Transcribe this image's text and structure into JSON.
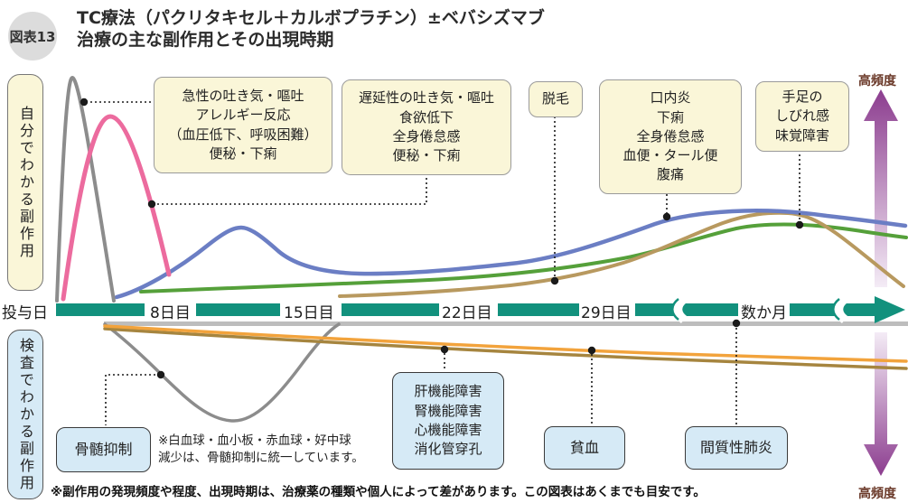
{
  "figure": {
    "badge": "図表13",
    "title_line1": "TC療法（パクリタキセル＋カルボプラチン）±ベバシズマブ",
    "title_line2": "治療の主な副作用とその出現時期"
  },
  "sidebar": {
    "self_label": "自分でわかる副作用",
    "test_label": "検査でわかる副作用"
  },
  "timeline": {
    "start_label": "投与日",
    "ticks": [
      "8日目",
      "15日目",
      "22日目",
      "29日目",
      "数か月"
    ]
  },
  "frequency_axis": {
    "top_label": "高頻度",
    "bottom_label": "高頻度"
  },
  "self_boxes": [
    {
      "lines": [
        "急性の吐き気・嘔吐",
        "アレルギー反応",
        "（血圧低下、呼吸困難）",
        "便秘・下痢"
      ]
    },
    {
      "lines": [
        "遅延性の吐き気・嘔吐",
        "食欲低下",
        "全身倦怠感",
        "便秘・下痢"
      ]
    },
    {
      "lines": [
        "脱毛"
      ]
    },
    {
      "lines": [
        "口内炎",
        "下痢",
        "全身倦怠感",
        "血便・タール便",
        "腹痛"
      ]
    },
    {
      "lines": [
        "手足の",
        "しびれ感",
        "味覚障害"
      ]
    }
  ],
  "test_boxes": [
    {
      "lines": [
        "骨髄抑制"
      ]
    },
    {
      "lines": [
        "肝機能障害",
        "腎機能障害",
        "心機能障害",
        "消化管穿孔"
      ]
    },
    {
      "lines": [
        "貧血"
      ]
    },
    {
      "lines": [
        "間質性肺炎"
      ]
    }
  ],
  "notes": {
    "marrow_note_line1": "※白血球・血小板・赤血球・好中球",
    "marrow_note_line2": "減少は、骨髄抑制に統一しています。",
    "footnote": "※副作用の発現頻度や程度、出現時期は、治療薬の種類や個人によって差があります。この図表はあくまでも目安です。"
  },
  "curves": {
    "top_section_colors": [
      "gray",
      "pink",
      "blue",
      "green",
      "tan"
    ],
    "bottom_section_colors": [
      "gray",
      "orange",
      "dark_tan"
    ]
  },
  "colors": {
    "accent_teal": "#12917D",
    "curve_gray": "#8C8C8C",
    "curve_pink": "#EC6B9E",
    "curve_blue": "#6B7EC4",
    "curve_green": "#55A03A",
    "curve_tan": "#B8995F",
    "curve_orange": "#F2A33C",
    "curve_dark_tan": "#A6853F",
    "arrow_purple": "#8C3D8F",
    "box_yellow_bg": "#FAF6D8",
    "box_blue_bg": "#D6EAF6",
    "freq_label_color": "#6B3A2A",
    "connector_black": "#1a1a1a",
    "baseline_gray": "#BDBDBD"
  }
}
